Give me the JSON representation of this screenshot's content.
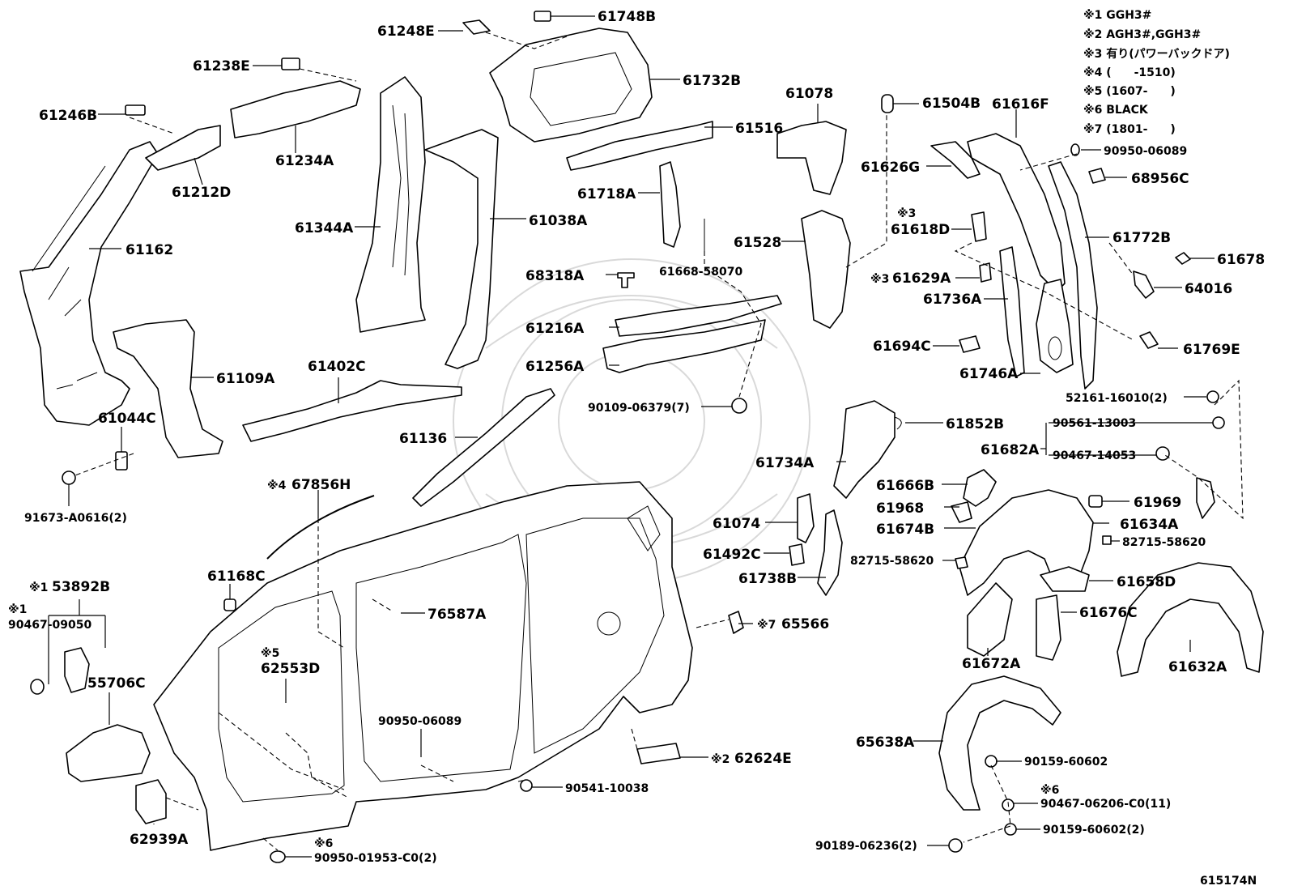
{
  "legend": {
    "notes": [
      "※1 GGH3#",
      "※2 AGH3#,GGH3#",
      "※3 有り(パワーバックドア)",
      "※4 (　　-1510)",
      "※5 (1607-　　)",
      "※6 BLACK",
      "※7 (1801-　　)"
    ]
  },
  "diagram_id": "615174N",
  "labels": {
    "p61748B": "61748B",
    "p61248E": "61248E",
    "p61732B": "61732B",
    "p61238E": "61238E",
    "p61246B": "61246B",
    "p61234A": "61234A",
    "p61212D": "61212D",
    "p61344A": "61344A",
    "p61162": "61162",
    "p61109A": "61109A",
    "p61044C": "61044C",
    "p91673": "91673-A0616(2)",
    "p61038A": "61038A",
    "p61402C": "61402C",
    "p61078": "61078",
    "p61516": "61516",
    "p61718A": "61718A",
    "p61668": "61668-58070",
    "p61528": "61528",
    "p68318A": "68318A",
    "p61216A": "61216A",
    "p61256A": "61256A",
    "p90109": "90109-06379(7)",
    "p61136": "61136",
    "p61504B": "61504B",
    "p61616F": "61616F",
    "p61626G": "61626G",
    "p90950a": "90950-06089",
    "p68956C": "68956C",
    "n61618D": "※3",
    "p61618D": "61618D",
    "p61772B": "61772B",
    "p61678": "61678",
    "n61629A": "※3",
    "p61629A": "61629A",
    "p64016": "64016",
    "p61736A": "61736A",
    "p61694C": "61694C",
    "p61769E": "61769E",
    "p61746A": "61746A",
    "p52161": "52161-16010(2)",
    "p61852B": "61852B",
    "p90561": "90561-13003",
    "p61682A": "61682A",
    "p90467a": "90467-14053",
    "p61734A": "61734A",
    "p61666B": "61666B",
    "p61969": "61969",
    "p61968": "61968",
    "p61634A": "61634A",
    "p61674B": "61674B",
    "p82715a": "82715-58620",
    "p61074": "61074",
    "p82715b": "82715-58620",
    "p61492C": "61492C",
    "p61738B": "61738B",
    "p61658D": "61658D",
    "n67856H": "※4",
    "p67856H": "67856H",
    "p61168C": "61168C",
    "p76587A": "76587A",
    "n53892B": "※1",
    "p53892B": "53892B",
    "n90467b": "※1",
    "p90467b": "90467-09050",
    "n65566": "※7",
    "p65566": "65566",
    "p61676C": "61676C",
    "p55706C": "55706C",
    "n62553D": "※5",
    "p62553D": "62553D",
    "p61672A": "61672A",
    "p61632A": "61632A",
    "p90950b": "90950-06089",
    "p65638A": "65638A",
    "n62624E": "※2",
    "p62624E": "62624E",
    "p90159a": "90159-60602",
    "p90541": "90541-10038",
    "n90467c": "※6",
    "p90467c": "90467-06206-C0(11)",
    "p62939A": "62939A",
    "p90159b": "90159-60602(2)",
    "p90189": "90189-06236(2)",
    "n90950c": "※6",
    "p90950c": "90950-01953-C0(2)"
  }
}
